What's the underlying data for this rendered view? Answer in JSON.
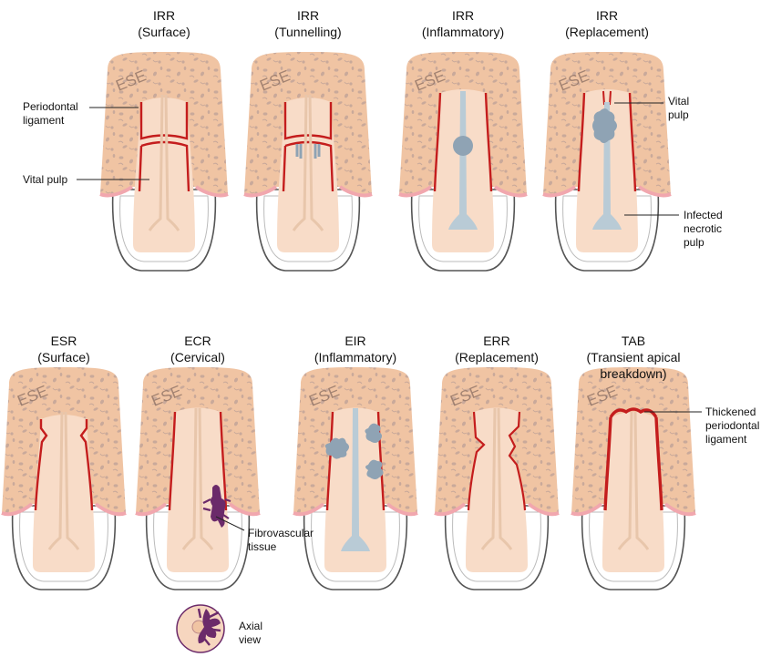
{
  "top_row": [
    {
      "code": "IRR",
      "type": "(Surface)"
    },
    {
      "code": "IRR",
      "type": "(Tunnelling)"
    },
    {
      "code": "IRR",
      "type": "(Inflammatory)"
    },
    {
      "code": "IRR",
      "type": "(Replacement)"
    }
  ],
  "bottom_row": [
    {
      "code": "ESR",
      "type": "(Surface)"
    },
    {
      "code": "ECR",
      "type": "(Cervical)"
    },
    {
      "code": "EIR",
      "type": "(Inflammatory)"
    },
    {
      "code": "ERR",
      "type": "(Replacement)"
    },
    {
      "code": "TAB",
      "type": "(Transient apical",
      "type2": "breakdown)"
    }
  ],
  "bone_label": "ESE",
  "annotations": {
    "periodontal_ligament": [
      "Periodontal",
      "ligament"
    ],
    "vital_pulp_left": "Vital pulp",
    "vital_pulp_right": [
      "Vital",
      "pulp"
    ],
    "infected_pulp": [
      "Infected",
      "necrotic",
      "pulp"
    ],
    "fibrovascular": [
      "Fibrovascular",
      "tissue"
    ],
    "axial_view": [
      "Axial",
      "view"
    ],
    "thickened_pdl": [
      "Thickened",
      "periodontal",
      "ligament"
    ]
  },
  "colors": {
    "bone": "#f0c4a3",
    "speckle": "#c9a99a",
    "root": "#f8dcc8",
    "ligament": "#c41d1d",
    "pulp_canal": "#e8c6ab",
    "necrotic": "#b9cbd6",
    "resorption": "#8fa3b4",
    "fibrovascular": "#6b2a6a",
    "gum": "#f1a7ae"
  }
}
